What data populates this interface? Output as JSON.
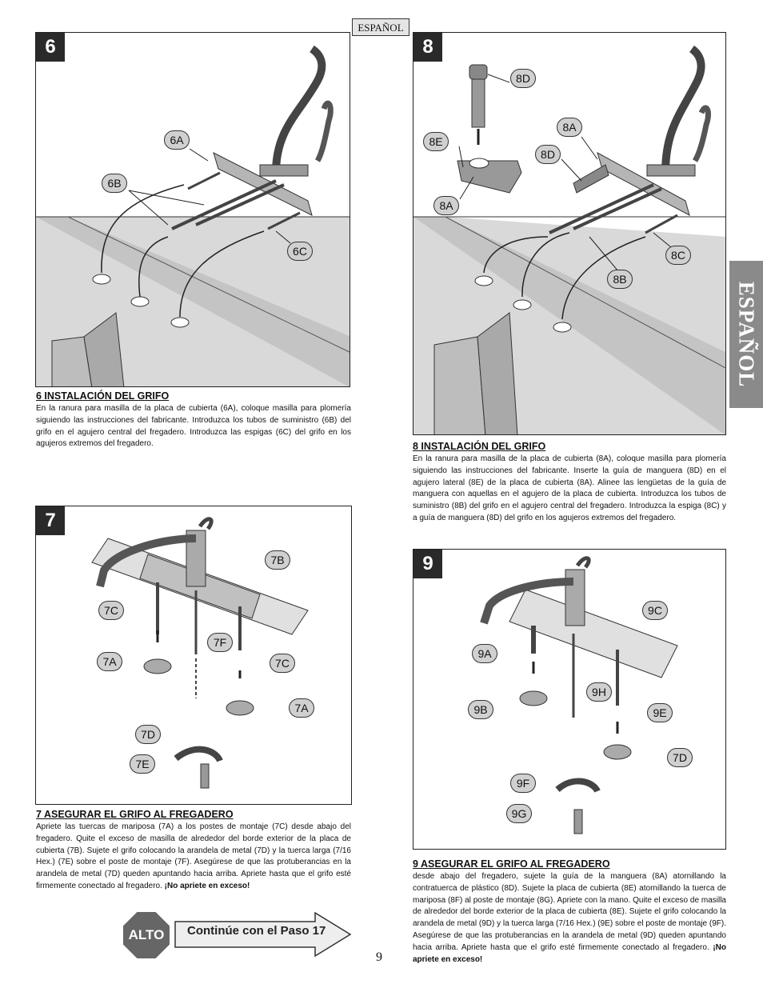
{
  "header": {
    "language_tab": "ESPAÑOL",
    "side_tab": "ESPAÑOL"
  },
  "figures": {
    "fig6": {
      "badge": "6",
      "labels": {
        "a": "6A",
        "b": "6B",
        "c": "6C"
      }
    },
    "fig8": {
      "badge": "8",
      "labels": {
        "d_top": "8D",
        "e": "8E",
        "a_left": "8A",
        "a_right": "8A",
        "d_right": "8D",
        "c": "8C",
        "b": "8B"
      }
    },
    "fig7": {
      "badge": "7",
      "labels": {
        "b": "7B",
        "c_left": "7C",
        "f": "7F",
        "c_right": "7C",
        "a_left": "7A",
        "a_right": "7A",
        "d": "7D",
        "e": "7E"
      }
    },
    "fig9": {
      "badge": "9",
      "labels": {
        "c": "9C",
        "a": "9A",
        "h": "9H",
        "b": "9B",
        "e": "9E",
        "d": "7D",
        "f": "9F",
        "g": "9G"
      }
    }
  },
  "sections": {
    "s6": {
      "title": "6  INSTALACIÓN DEL GRIFO",
      "body": "En la ranura para masilla de la placa de cubierta (6A), coloque masilla para plomería siguiendo las instrucciones del fabricante. Introduzca los tubos de suministro (6B) del grifo en el agujero central del fregadero. Introduzca las espigas (6C) del grifo en los agujeros extremos del fregadero."
    },
    "s8": {
      "title": "8  INSTALACIÓN DEL GRIFO",
      "body": "En la ranura para masilla de la placa de cubierta (8A), coloque masilla para plomería siguiendo las instrucciones del fabricante. Inserte la guía de manguera (8D) en el agujero lateral (8E) de la placa de cubierta (8A). Alinee las lengüetas de la guía de manguera con aquellas en el agujero de la placa de cubierta. Introduzca los tubos de suministro (8B) del grifo en el agujero central del fregadero. Introduzca la espiga (8C) y a guía de manguera (8D) del grifo en los agujeros extremos del fregadero."
    },
    "s7": {
      "title": "7  ASEGURAR EL GRIFO AL FREGADERO",
      "body": "Apriete las tuercas de mariposa (7A) a los postes de montaje (7C) desde abajo del fregadero. Quite el exceso de masilla de alrededor del borde exterior de la placa de cubierta (7B). Sujete el grifo colocando la arandela de metal (7D) y la tuerca larga (7/16 Hex.) (7E) sobre el poste de montaje (7F). Asegúrese de que las protuberancias en la arandela de metal (7D) queden apuntando hacia arriba. Apriete hasta que el grifo esté firmemente conectado al fregadero.",
      "emphasis": "¡No apriete en exceso!"
    },
    "s9": {
      "title": "9  ASEGURAR EL GRIFO AL FREGADERO",
      "body": "desde abajo del fregadero, sujete la guía de la manguera (8A) atornillando la contratuerca de plástico (8D). Sujete la placa de cubierta (8E) atornillando la tuerca de mariposa (8F) al poste de montaje (8G).  Apriete con la mano. Quite el exceso de masilla de alrededor del borde exterior de la placa de cubierta (8E). Sujete el grifo colocando la arandela de metal (9D) y la tuerca larga (7/16 Hex.) (9E) sobre el poste de montaje (9F). Asegúrese de que las protuberancias en la arandela de metal (9D) queden apuntando hacia arriba. Apriete hasta que el grifo esté firmemente conectado al fregadero.",
      "emphasis": "¡No apriete en exceso!"
    }
  },
  "footer": {
    "stop_label": "ALTO",
    "continue_label": "Continúe con el Paso 17",
    "page_number": "9"
  }
}
